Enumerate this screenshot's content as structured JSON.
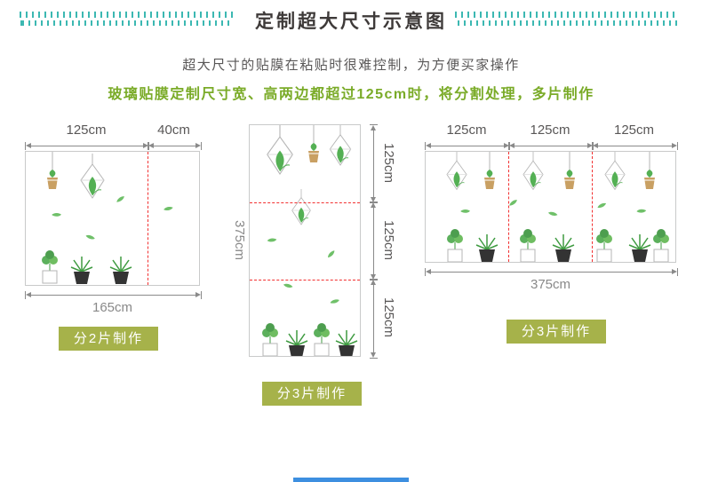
{
  "header": {
    "title": "定制超大尺寸示意图"
  },
  "intro": {
    "line1": "超大尺寸的贴膜在粘贴时很难控制，为方便买家操作",
    "line2": "玻璃贴膜定制尺寸宽、高两边都超过125cm时，将分割处理，多片制作"
  },
  "panels": {
    "two_piece": {
      "top_dims": [
        "125cm",
        "40cm"
      ],
      "bottom_dim": "165cm",
      "button": "分2片制作"
    },
    "three_piece_vertical": {
      "side_dim": "375cm",
      "segment_dims": [
        "125cm",
        "125cm",
        "125cm"
      ],
      "button": "分3片制作"
    },
    "three_piece_horizontal": {
      "top_dims": [
        "125cm",
        "125cm",
        "125cm"
      ],
      "bottom_dim": "375cm",
      "button": "分3片制作"
    }
  },
  "colors": {
    "accent_teal": "#3cb8b2",
    "text_green": "#7aab28",
    "button_green": "#a6b24a",
    "divider_red": "#f23030",
    "footer_blue": "#3d8fe0"
  }
}
